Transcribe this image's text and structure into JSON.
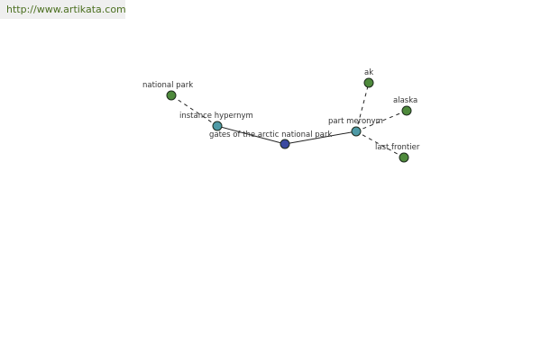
{
  "banner": {
    "url": "http://www.artikata.com"
  },
  "colors": {
    "center": "#3a4aa0",
    "relation": "#4e9aa6",
    "term": "#4e8a3c",
    "stroke": "#1d2a1d"
  },
  "graph": {
    "nodes": [
      {
        "id": "gates",
        "label": "gates of the arctic national park",
        "kind": "center"
      },
      {
        "id": "inst_hyper",
        "label": "instance hypernym",
        "kind": "relation"
      },
      {
        "id": "natl_park",
        "label": "national park",
        "kind": "term"
      },
      {
        "id": "part_mer",
        "label": "part meronym",
        "kind": "relation"
      },
      {
        "id": "ak",
        "label": "ak",
        "kind": "term"
      },
      {
        "id": "alaska",
        "label": "alaska",
        "kind": "term"
      },
      {
        "id": "last_frontier",
        "label": "last frontier",
        "kind": "term"
      }
    ],
    "edges": [
      {
        "from": "gates",
        "to": "inst_hyper",
        "style": "solid"
      },
      {
        "from": "gates",
        "to": "part_mer",
        "style": "solid"
      },
      {
        "from": "inst_hyper",
        "to": "natl_park",
        "style": "dashed"
      },
      {
        "from": "part_mer",
        "to": "ak",
        "style": "dashed"
      },
      {
        "from": "part_mer",
        "to": "alaska",
        "style": "dashed"
      },
      {
        "from": "part_mer",
        "to": "last_frontier",
        "style": "dashed"
      }
    ]
  }
}
